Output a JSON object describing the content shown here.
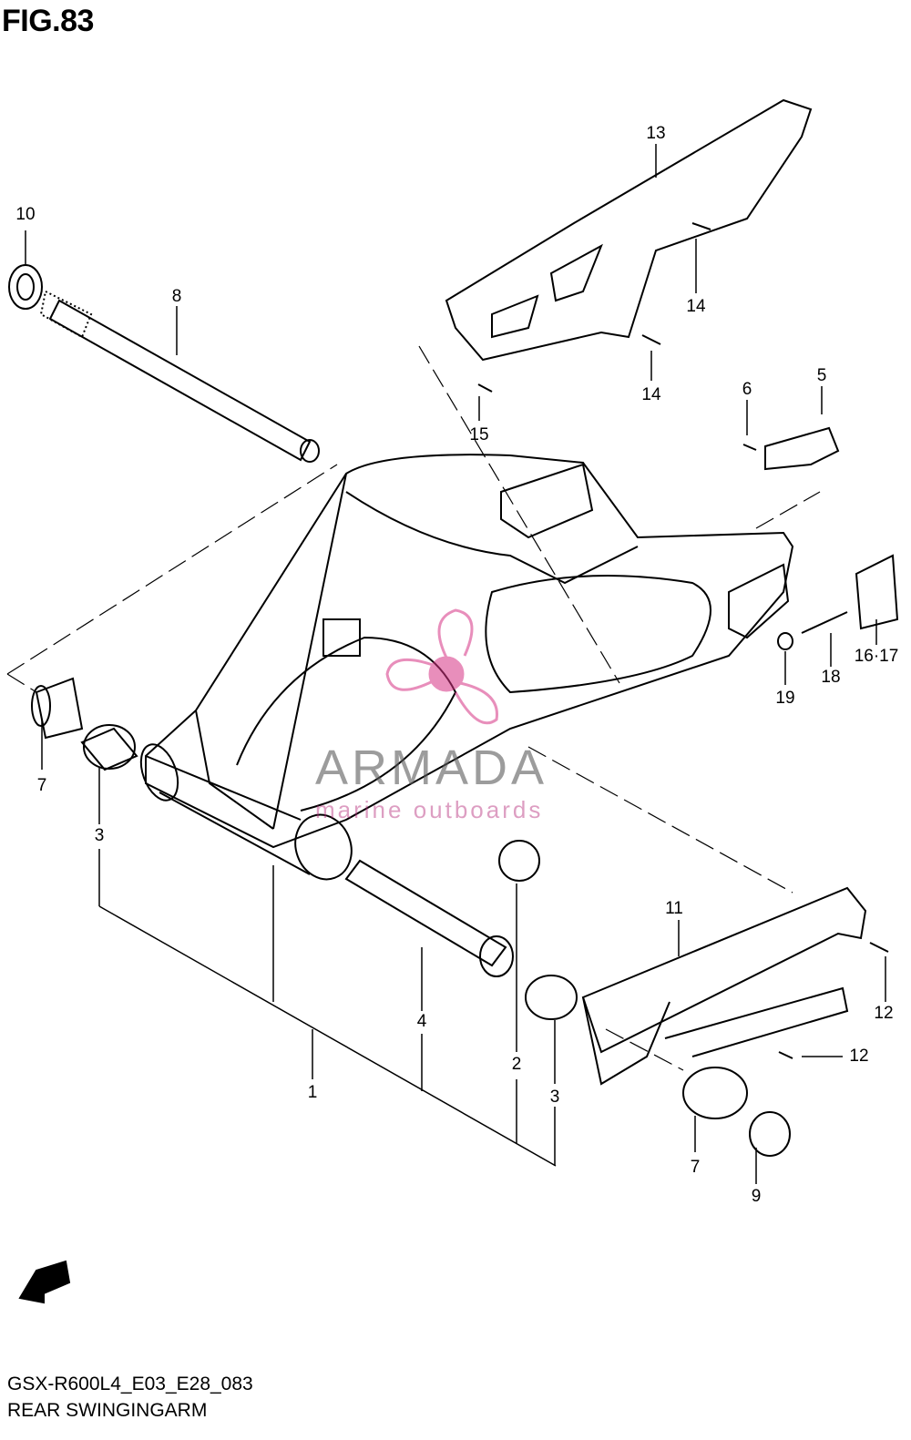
{
  "figure": {
    "title": "FIG.83"
  },
  "diagram": {
    "callouts": [
      "1",
      "2",
      "3",
      "3",
      "4",
      "5",
      "6",
      "7",
      "7",
      "8",
      "9",
      "10",
      "11",
      "12",
      "12",
      "13",
      "14",
      "14",
      "15",
      "16·17",
      "18",
      "19"
    ],
    "code": "GSX-R600L4_E03_E28_083",
    "name": "REAR SWINGINGARM",
    "fwd": "FWD"
  },
  "watermark": {
    "title": "ARMADA",
    "subtitle": "marine outboards",
    "color": "#d63384"
  }
}
